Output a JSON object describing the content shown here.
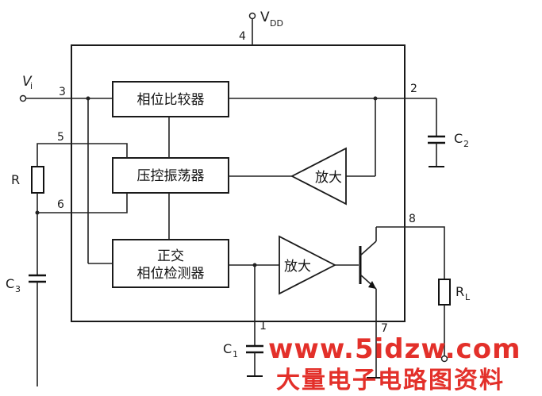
{
  "supply": {
    "label": "V",
    "sub": "DD"
  },
  "input": {
    "label": "V",
    "sub": "i"
  },
  "pins": {
    "p1": "1",
    "p2": "2",
    "p3": "3",
    "p4": "4",
    "p5": "5",
    "p6": "6",
    "p7": "7",
    "p8": "8"
  },
  "blocks": {
    "phase_comparator": "相位比较器",
    "vco": "压控振荡器",
    "quad_detector_line1": "正交",
    "quad_detector_line2": "相位检测器",
    "amp_top": "放大",
    "amp_bottom": "放大"
  },
  "components": {
    "resistor_r": "R",
    "cap_c1": "C",
    "cap_c1_sub": "1",
    "cap_c2": "C",
    "cap_c2_sub": "2",
    "cap_c3": "C",
    "cap_c3_sub": "3",
    "load_rl": "R",
    "load_rl_sub": "L"
  },
  "watermark": {
    "url": "www.5idzw.com",
    "site": "大量电子电路图资料"
  }
}
